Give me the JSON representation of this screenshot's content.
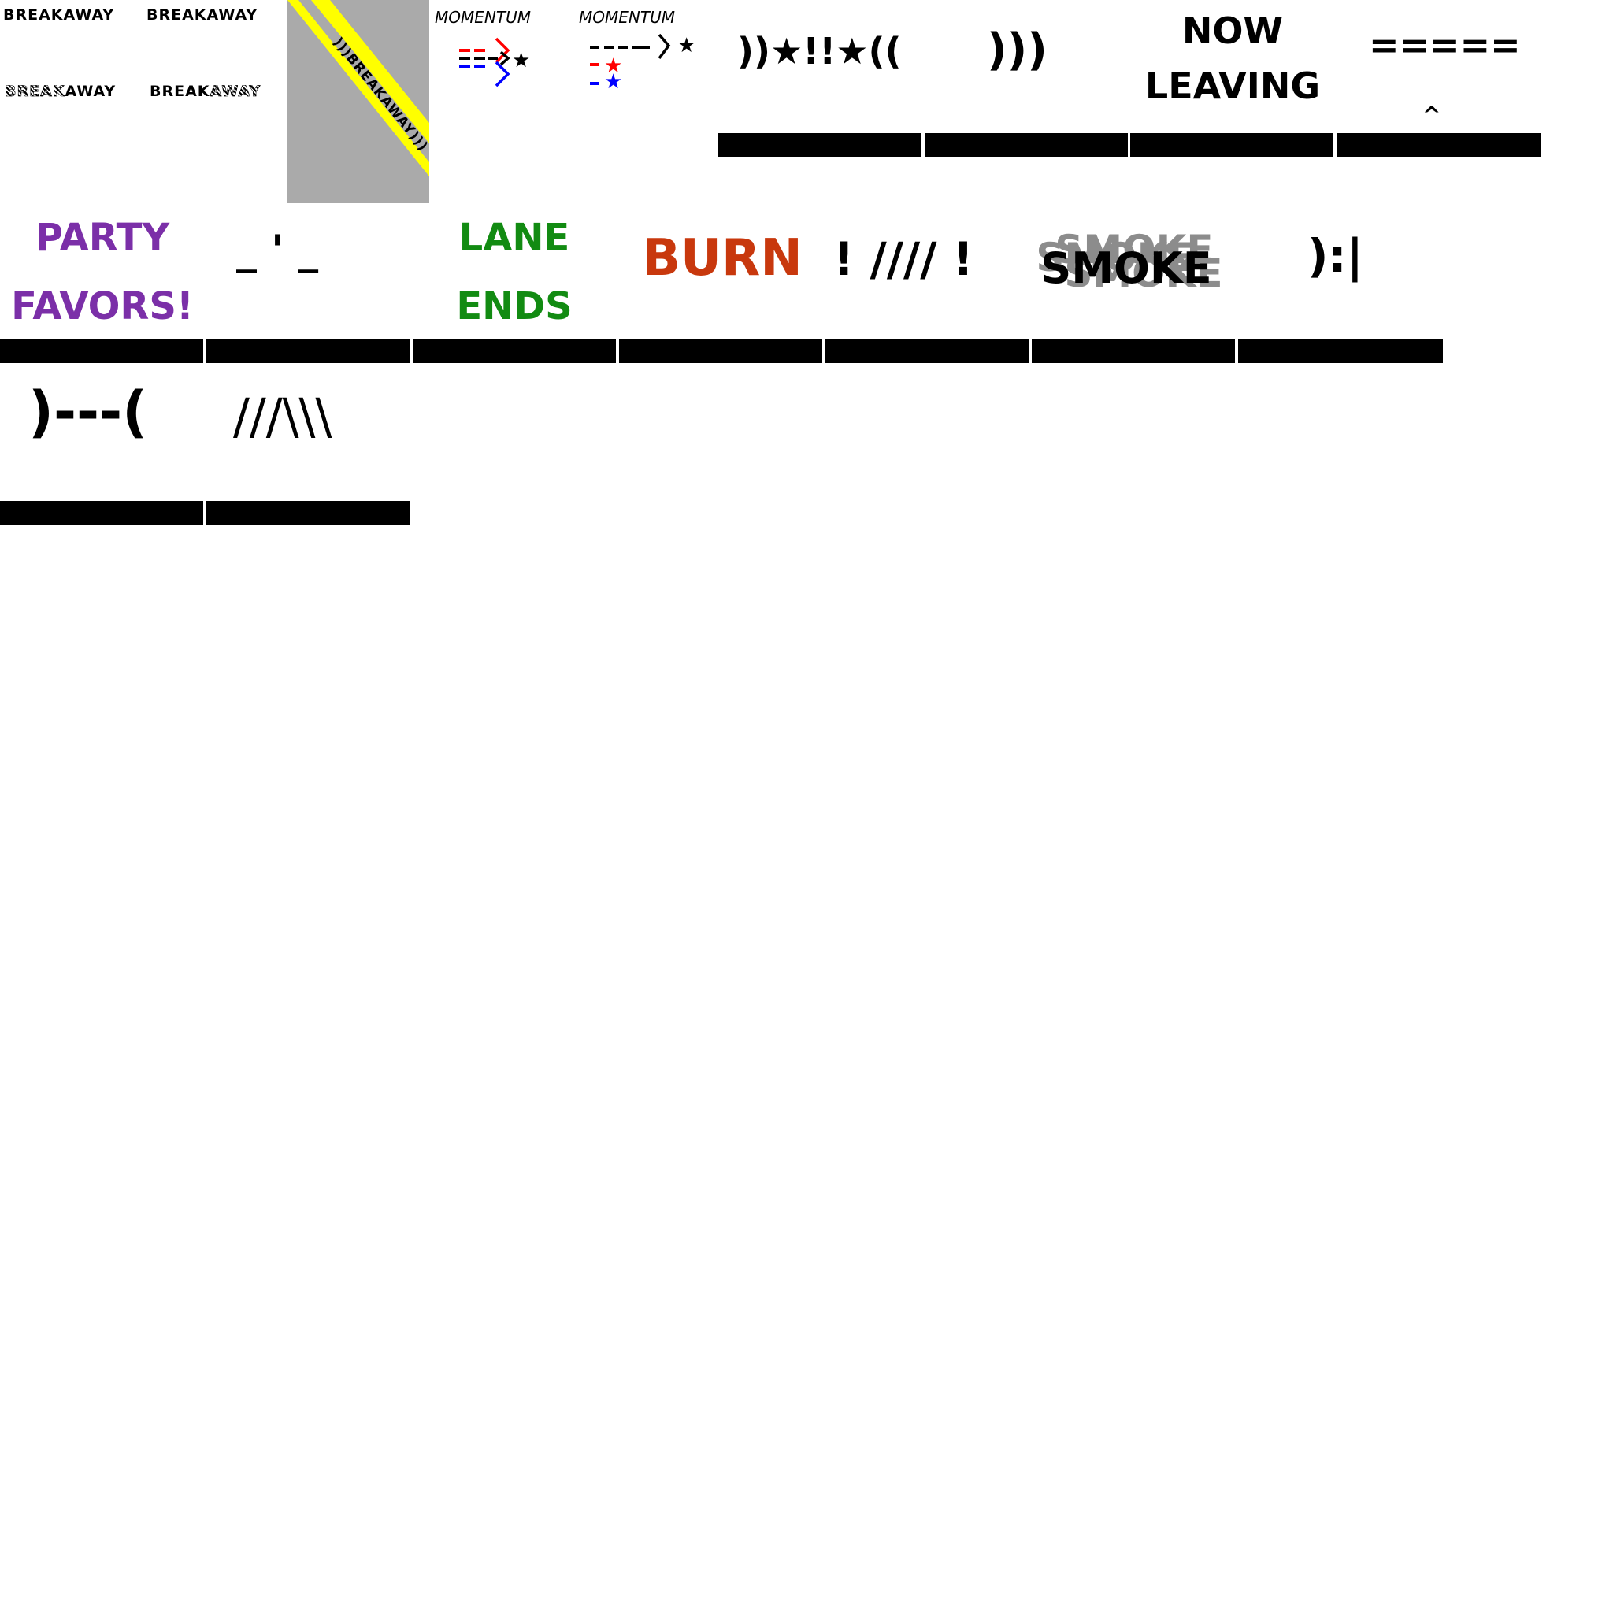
{
  "row1": {
    "breakaway_tl": "BREAKAWAY",
    "breakaway_tr": "BREAKAWAY",
    "breakaway_bl_part1": "BREAK",
    "breakaway_bl_part2": "AWAY",
    "breakaway_br_part1": "BREAK",
    "breakaway_br_part2": "AWAY",
    "banner_text": ")))BREAKAWAY)))",
    "momentum_1": "MOMENTUM",
    "momentum_2": "MOMENTUM",
    "arrows_stars": "))★!!★((",
    "chevrons": ")))",
    "now": "NOW",
    "leaving": "LEAVING",
    "equals": "=====",
    "caret": "^"
  },
  "row2": {
    "party": "PARTY",
    "favors": "FAVORS!",
    "dash_tick": "_ ' _",
    "lane": "LANE",
    "ends": "ENDS",
    "burn": "BURN",
    "slashes": "! //// !",
    "smoke": "SMOKE",
    "smoke_ghost_1": "SMOKE",
    "smoke_ghost_2": "SMOKE",
    "smoke_ghost_3": "SMOKE",
    "face": "):|"
  },
  "row3": {
    "bracket_dashes": ")---(",
    "slash_back": "///\\\\\\"
  },
  "colors": {
    "banner_bg": "#aaaaaa",
    "banner_stripe": "#ffff00",
    "party": "#7b2fa8",
    "lane": "#128b12",
    "burn": "#c8380d",
    "smoke_ghost": "#8c8c8c",
    "red": "#ff0000",
    "blue": "#0000ff"
  }
}
